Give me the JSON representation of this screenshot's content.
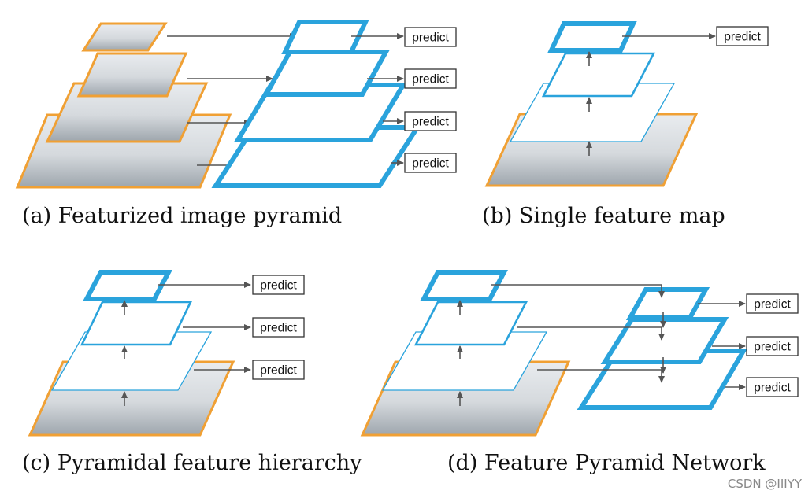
{
  "predict_label": "predict",
  "panels": {
    "a": {
      "caption": "(a) Featurized image pyramid"
    },
    "b": {
      "caption": "(b) Single feature map"
    },
    "c": {
      "caption": "(c) Pyramidal feature hierarchy"
    },
    "d": {
      "caption": "(d) Feature Pyramid Network"
    }
  },
  "watermark": "CSDN @IIIYY",
  "colors": {
    "image_border": "#f0a034",
    "feature_map": "#2aa3dc",
    "arrow": "#555555"
  }
}
